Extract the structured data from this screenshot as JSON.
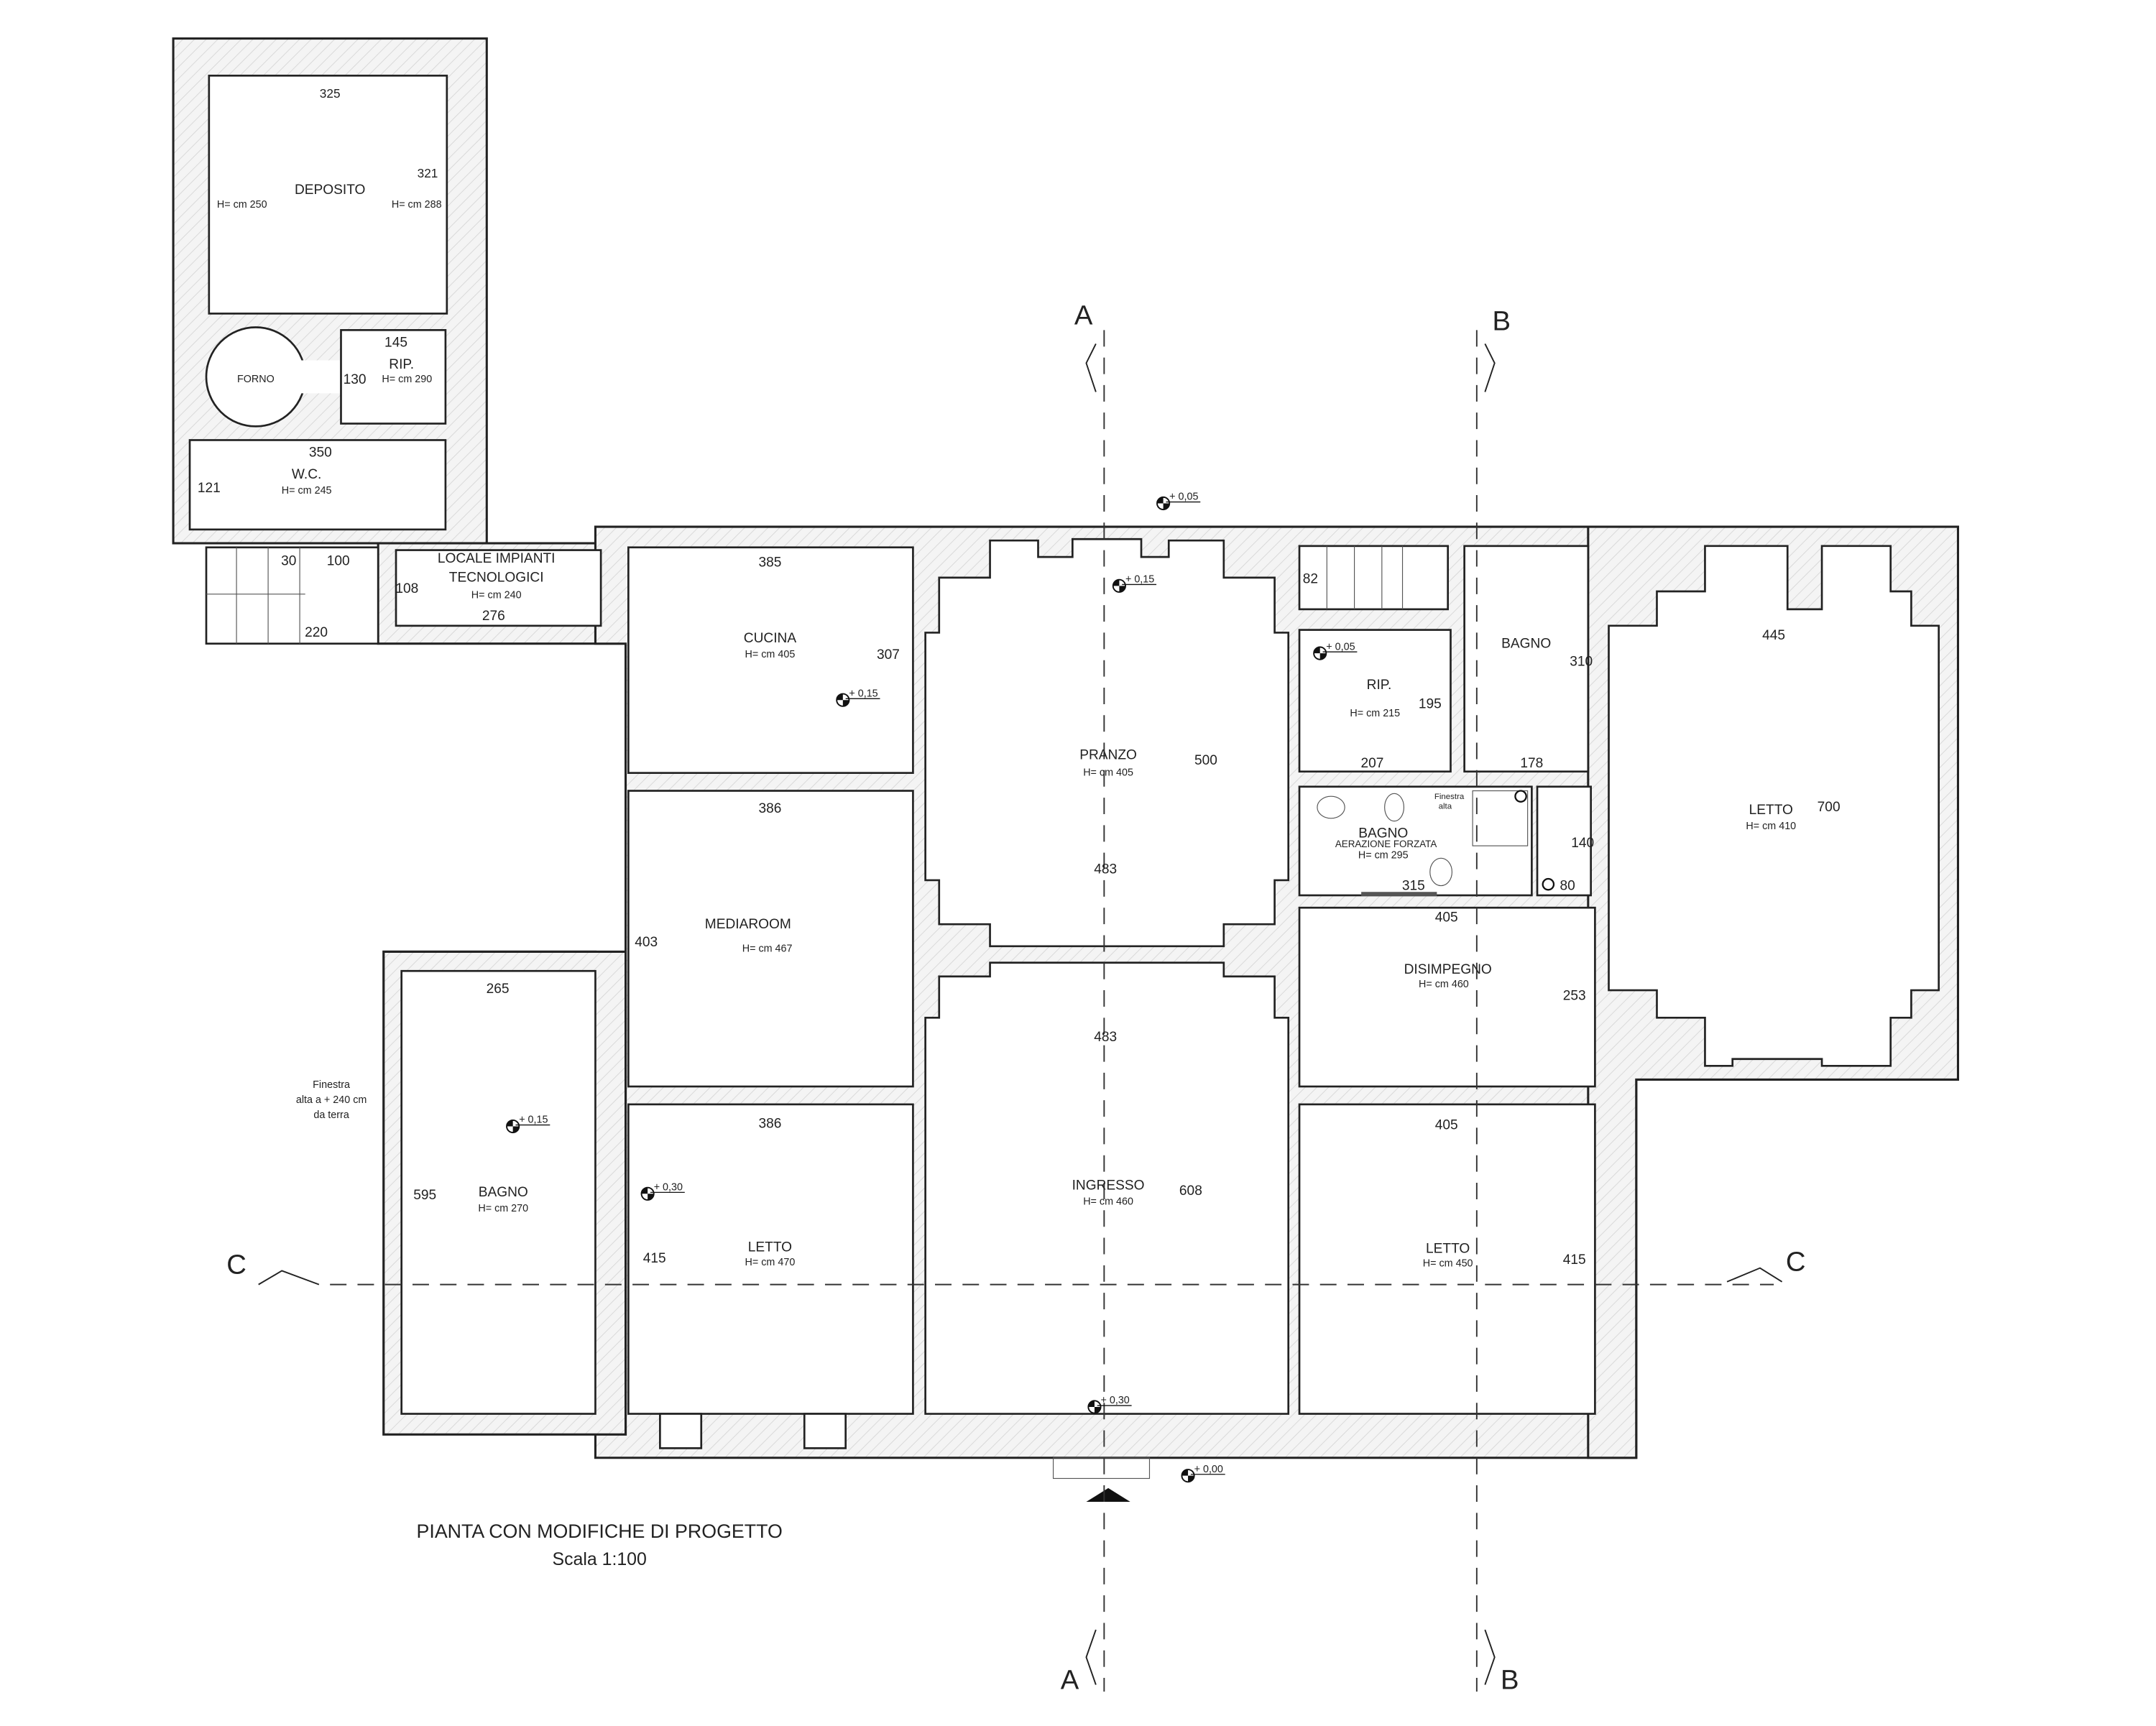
{
  "title": "PIANTA CON MODIFICHE DI PROGETTO",
  "scale": "Scala 1:100",
  "sections": {
    "a": "A",
    "b": "B",
    "c": "C"
  },
  "rooms": [
    {
      "name": "DEPOSITO",
      "h": "H= cm 250",
      "h2": "H= cm 288",
      "dims": [
        "325",
        "321"
      ]
    },
    {
      "name": "FORNO"
    },
    {
      "name": "RIP.",
      "h": "H= cm 290",
      "dims": [
        "145",
        "130"
      ]
    },
    {
      "name": "W.C.",
      "h": "H= cm 245",
      "dims": [
        "350",
        "121"
      ]
    },
    {
      "name": "",
      "dims": [
        "30",
        "100",
        "220"
      ]
    },
    {
      "name": "LOCALE IMPIANTI",
      "name2": "TECNOLOGICI",
      "h": "H= cm 240",
      "dims": [
        "108",
        "276"
      ]
    },
    {
      "name": "CUCINA",
      "h": "H= cm 405",
      "dims": [
        "385",
        "307"
      ]
    },
    {
      "name": "PRANZO",
      "h": "H= cm 405",
      "dims": [
        "500",
        "483"
      ]
    },
    {
      "name": "MEDIAROOM",
      "h": "H= cm 467",
      "dims": [
        "386",
        "403"
      ]
    },
    {
      "name": "BAGNO",
      "h": "H= cm 270",
      "dims": [
        "265",
        "595"
      ]
    },
    {
      "name": "LETTO",
      "h": "H= cm 470",
      "dims": [
        "386",
        "415"
      ]
    },
    {
      "name": "INGRESSO",
      "h": "H= cm 460",
      "dims": [
        "483",
        "608"
      ]
    },
    {
      "name": "RIP.",
      "h": "H= cm 215",
      "dims": [
        "195",
        "207",
        "82"
      ]
    },
    {
      "name": "BAGNO",
      "dims": [
        "310",
        "178"
      ]
    },
    {
      "name": "BAGNO",
      "sub": "AERAZIONE FORZATA",
      "h": "H= cm 295",
      "dims": [
        "315",
        "140",
        "80"
      ],
      "note": [
        "Finestra",
        "alta"
      ]
    },
    {
      "name": "DISIMPEGNO",
      "h": "H= cm 460",
      "dims": [
        "405",
        "253"
      ]
    },
    {
      "name": "LETTO",
      "h": "H= cm 410",
      "dims": [
        "445",
        "700"
      ]
    },
    {
      "name": "LETTO",
      "h": "H= cm 450",
      "dims": [
        "405",
        "415"
      ]
    }
  ],
  "levels": [
    "+ 0,05",
    "+ 0,15",
    "+ 0,05",
    "+ 0,15",
    "+ 0,15",
    "+ 0,30",
    "+ 0,30",
    "+ 0,00"
  ],
  "window_note": [
    "Finestra",
    "alta a + 240 cm",
    "da terra"
  ]
}
